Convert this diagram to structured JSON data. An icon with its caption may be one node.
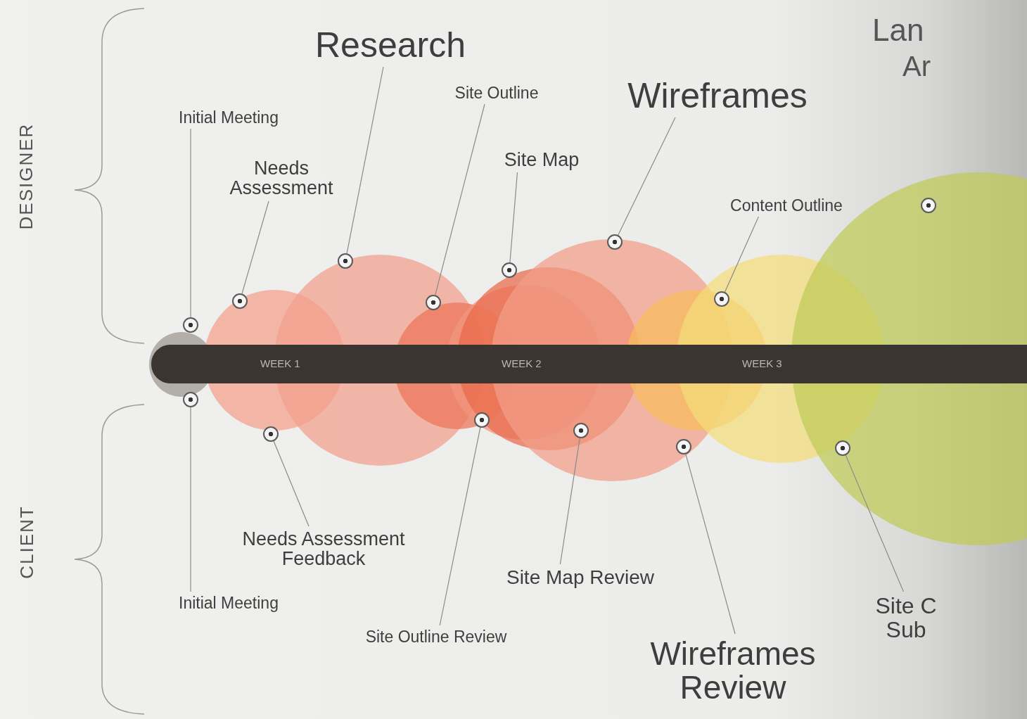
{
  "diagram": {
    "nodes": [
      {
        "text": [
          "Research"
        ]
      },
      {
        "text": [],
        "shape": "circle"
      },
      {
        "text": [
          "Initial Meeting"
        ]
      },
      {
        "text": [],
        "shape": "circle"
      },
      {
        "text": [
          "Needs Assessment"
        ]
      },
      {
        "text": [],
        "shape": "circle"
      },
      {
        "text": [
          "Site Outline"
        ]
      },
      {
        "text": [],
        "shape": "circle"
      },
      {
        "text": [
          "Site Map"
        ]
      },
      {
        "text": [],
        "shape": "circle"
      },
      {
        "text": [
          "Wireframes"
        ]
      },
      {
        "text": [],
        "shape": "circle"
      },
      {
        "text": [
          "Content Outline"
        ]
      },
      {
        "text": [],
        "shape": "circle"
      },
      {
        "text": [
          "Initial Meeting"
        ]
      },
      {
        "text": [],
        "shape": "circle"
      },
      {
        "text": [
          "Needs Assessment Feedback"
        ]
      },
      {
        "text": [],
        "shape": "circle"
      },
      {
        "text": [
          "Site Outline Review"
        ]
      },
      {
        "text": [],
        "shape": "circle"
      },
      {
        "text": [
          "Site Map Review"
        ]
      },
      {
        "text": [],
        "shape": "circle"
      },
      {
        "text": [
          "Wireframes Review"
        ]
      },
      {
        "text": [],
        "shape": "circle"
      },
      {
        "text": [
          "Site C Sub"
        ]
      },
      {
        "text": [],
        "shape": "circle"
      },
      {
        "text": [],
        "shape": "circle"
      }
    ],
    "edges": [
      {
        "from": 0,
        "to": 1,
        "arrow": "none"
      },
      {
        "from": 2,
        "to": 3,
        "arrow": "none"
      },
      {
        "from": 4,
        "to": 5,
        "arrow": "none"
      },
      {
        "from": 6,
        "to": 7,
        "arrow": "none"
      },
      {
        "from": 8,
        "to": 9,
        "arrow": "none"
      },
      {
        "from": 10,
        "to": 11,
        "arrow": "none"
      },
      {
        "from": 12,
        "to": 13,
        "arrow": "none"
      },
      {
        "from": 14,
        "to": 15,
        "arrow": "none"
      },
      {
        "from": 16,
        "to": 17,
        "arrow": "none"
      },
      {
        "from": 18,
        "to": 19,
        "arrow": "none"
      },
      {
        "from": 20,
        "to": 21,
        "arrow": "none"
      },
      {
        "from": 22,
        "to": 23,
        "arrow": "none"
      },
      {
        "from": 24,
        "to": 25,
        "arrow": "none"
      }
    ],
    "labels": [
      "Lan",
      "Ar",
      "DESIGNER",
      "CLIENT",
      "WEEK 1",
      "WEEK 2",
      "WEEK 3"
    ]
  }
}
